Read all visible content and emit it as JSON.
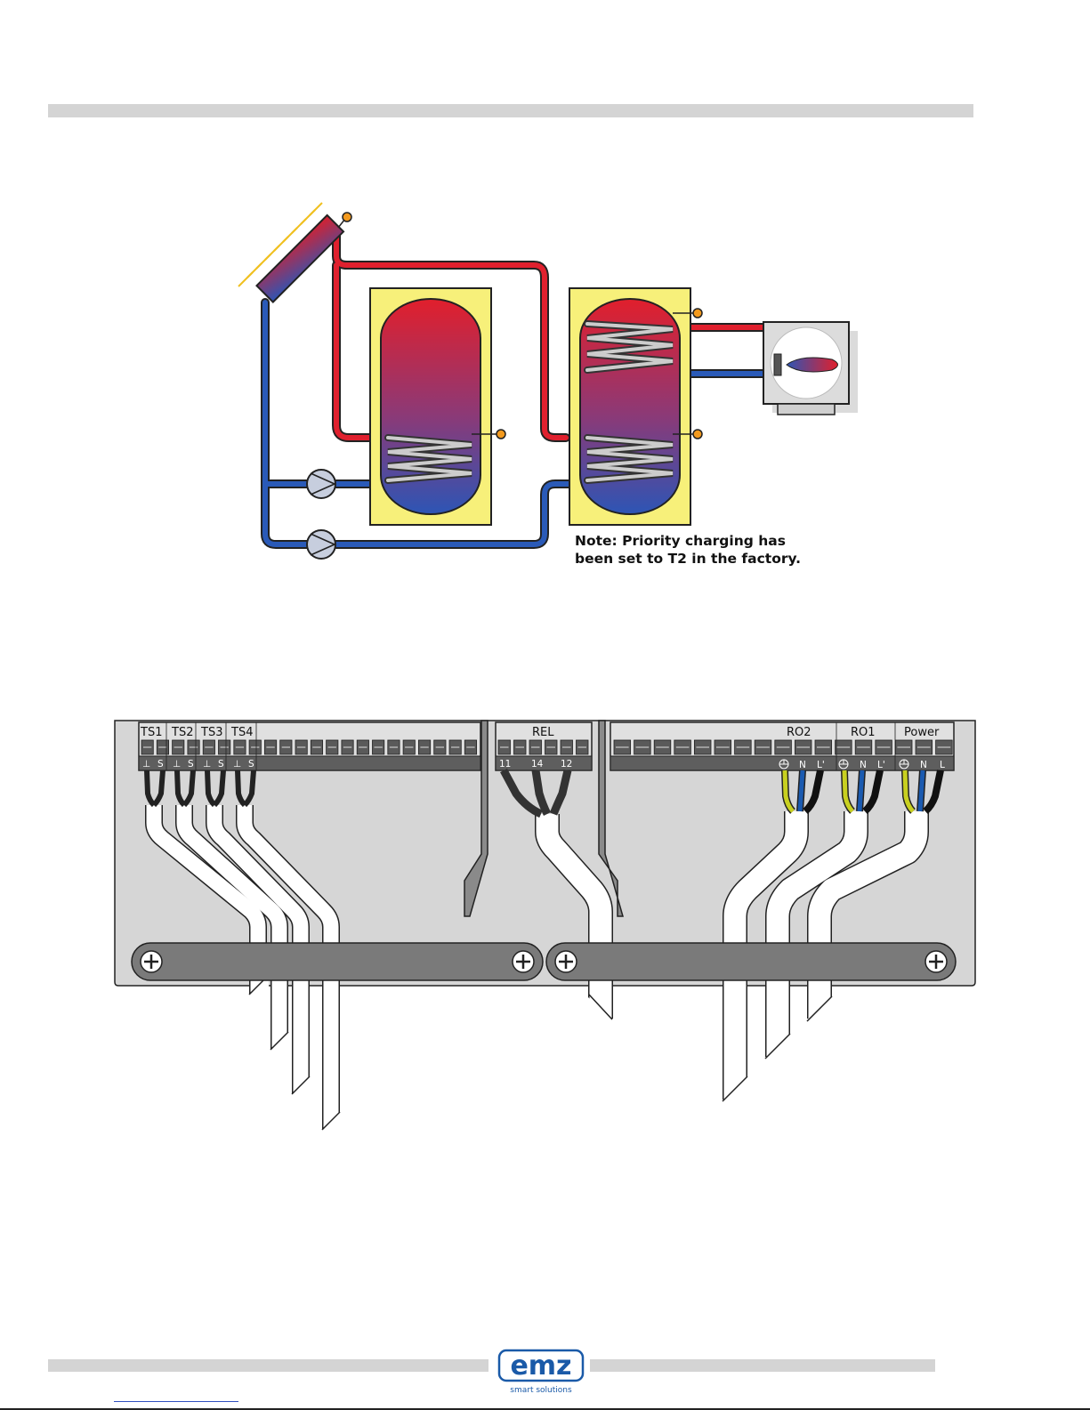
{
  "note": "Note: Priority charging has\nbeen set to T2 in the factory.",
  "terminals": {
    "sensor_groups": [
      "TS1",
      "TS2",
      "TS3",
      "TS4"
    ],
    "sensor_pins": [
      "⊥",
      "S",
      "⊥",
      "S",
      "⊥",
      "S",
      "⊥",
      "S"
    ],
    "relay_group": "REL",
    "relay_pins": [
      "11",
      "14",
      "12"
    ],
    "output_groups": [
      "RO2",
      "RO1",
      "Power"
    ],
    "output_pins": [
      "N",
      "L'",
      "N",
      "L'",
      "N",
      "L"
    ]
  },
  "logo": {
    "name": "emz",
    "tagline": "smart solutions"
  },
  "colors": {
    "hot": "#e0202e",
    "cold": "#2a5ab8",
    "tank_jacket": "#f7f07a",
    "sensor": "#f39a1e",
    "panel": "#d6d6d6",
    "clamp": "#7a7a7a",
    "logo": "#1a5aa8"
  }
}
